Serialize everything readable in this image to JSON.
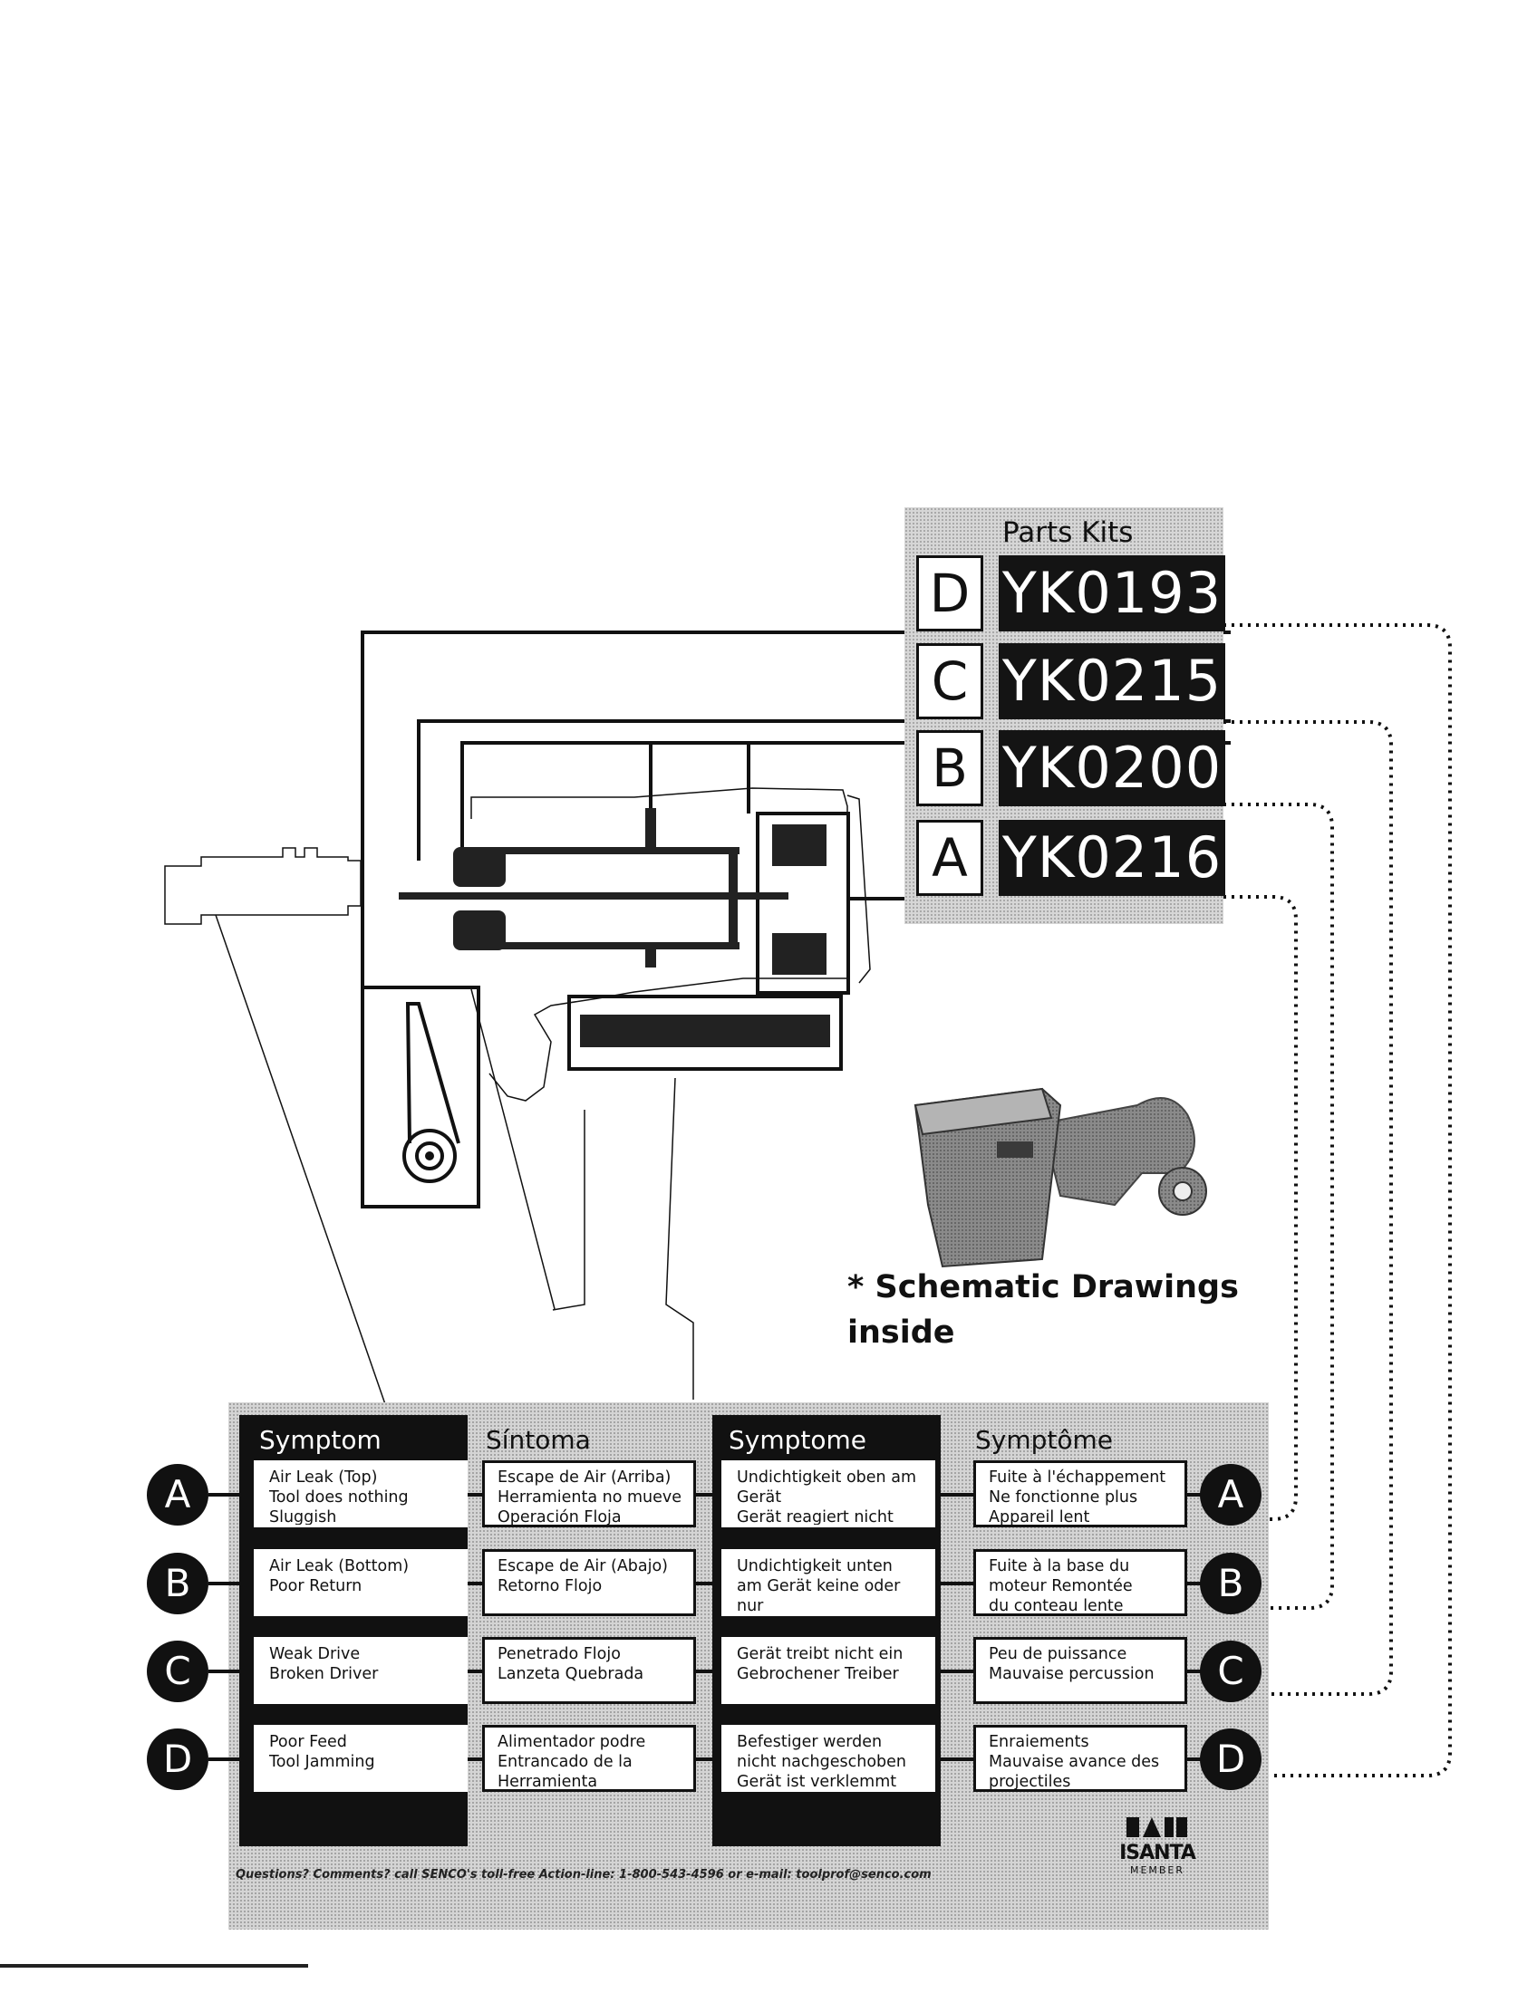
{
  "parts_kits": {
    "title": "Parts Kits",
    "kits": [
      {
        "letter": "D",
        "code": "YK0193"
      },
      {
        "letter": "C",
        "code": "YK0215"
      },
      {
        "letter": "B",
        "code": "YK0200"
      },
      {
        "letter": "A",
        "code": "YK0216"
      }
    ]
  },
  "schematic_note": "* Schematic Drawings inside",
  "symptom_table": {
    "headers": [
      "Symptom",
      "Síntoma",
      "Symptome",
      "Symptôme"
    ],
    "rows": [
      {
        "letter": "A",
        "cells": [
          "Air Leak (Top)\nTool does nothing\nSluggish",
          "Escape de Air (Arriba)\nHerramienta no mueve\nOperación Floja",
          "Undichtigkeit oben am Gerät\nGerät reagiert nicht",
          "Fuite à l'échappement\nNe fonctionne plus\nAppareil lent"
        ]
      },
      {
        "letter": "B",
        "cells": [
          "Air Leak (Bottom)\nPoor Return",
          "Escape de Air (Abajo)\nRetorno Flojo",
          "Undichtigkeit unten\nam Gerät keine oder nur\nunzureichende Rückführung",
          "Fuite à la base du\nmoteur Remontée\ndu conteau lente"
        ]
      },
      {
        "letter": "C",
        "cells": [
          "Weak Drive\nBroken Driver",
          "Penetrado Flojo\nLanzeta Quebrada",
          "Gerät treibt nicht ein\nGebrochener Treiber",
          "Peu de puissance\nMauvaise percussion"
        ]
      },
      {
        "letter": "D",
        "cells": [
          "Poor Feed\nTool Jamming",
          "Alimentador podre\nEntrancado de la\nHerramienta",
          "Befestiger werden\nnicht nachgeschoben\nGerät ist verklemmt",
          "Enraiements\nMauvaise avance des\nprojectiles"
        ]
      }
    ]
  },
  "footer": "Questions? Comments? call SENCO's toll-free Action-line: 1-800-543-4596 or e-mail: toolprof@senco.com",
  "logo": {
    "name": "ISANTA",
    "tag": "MEMBER"
  }
}
